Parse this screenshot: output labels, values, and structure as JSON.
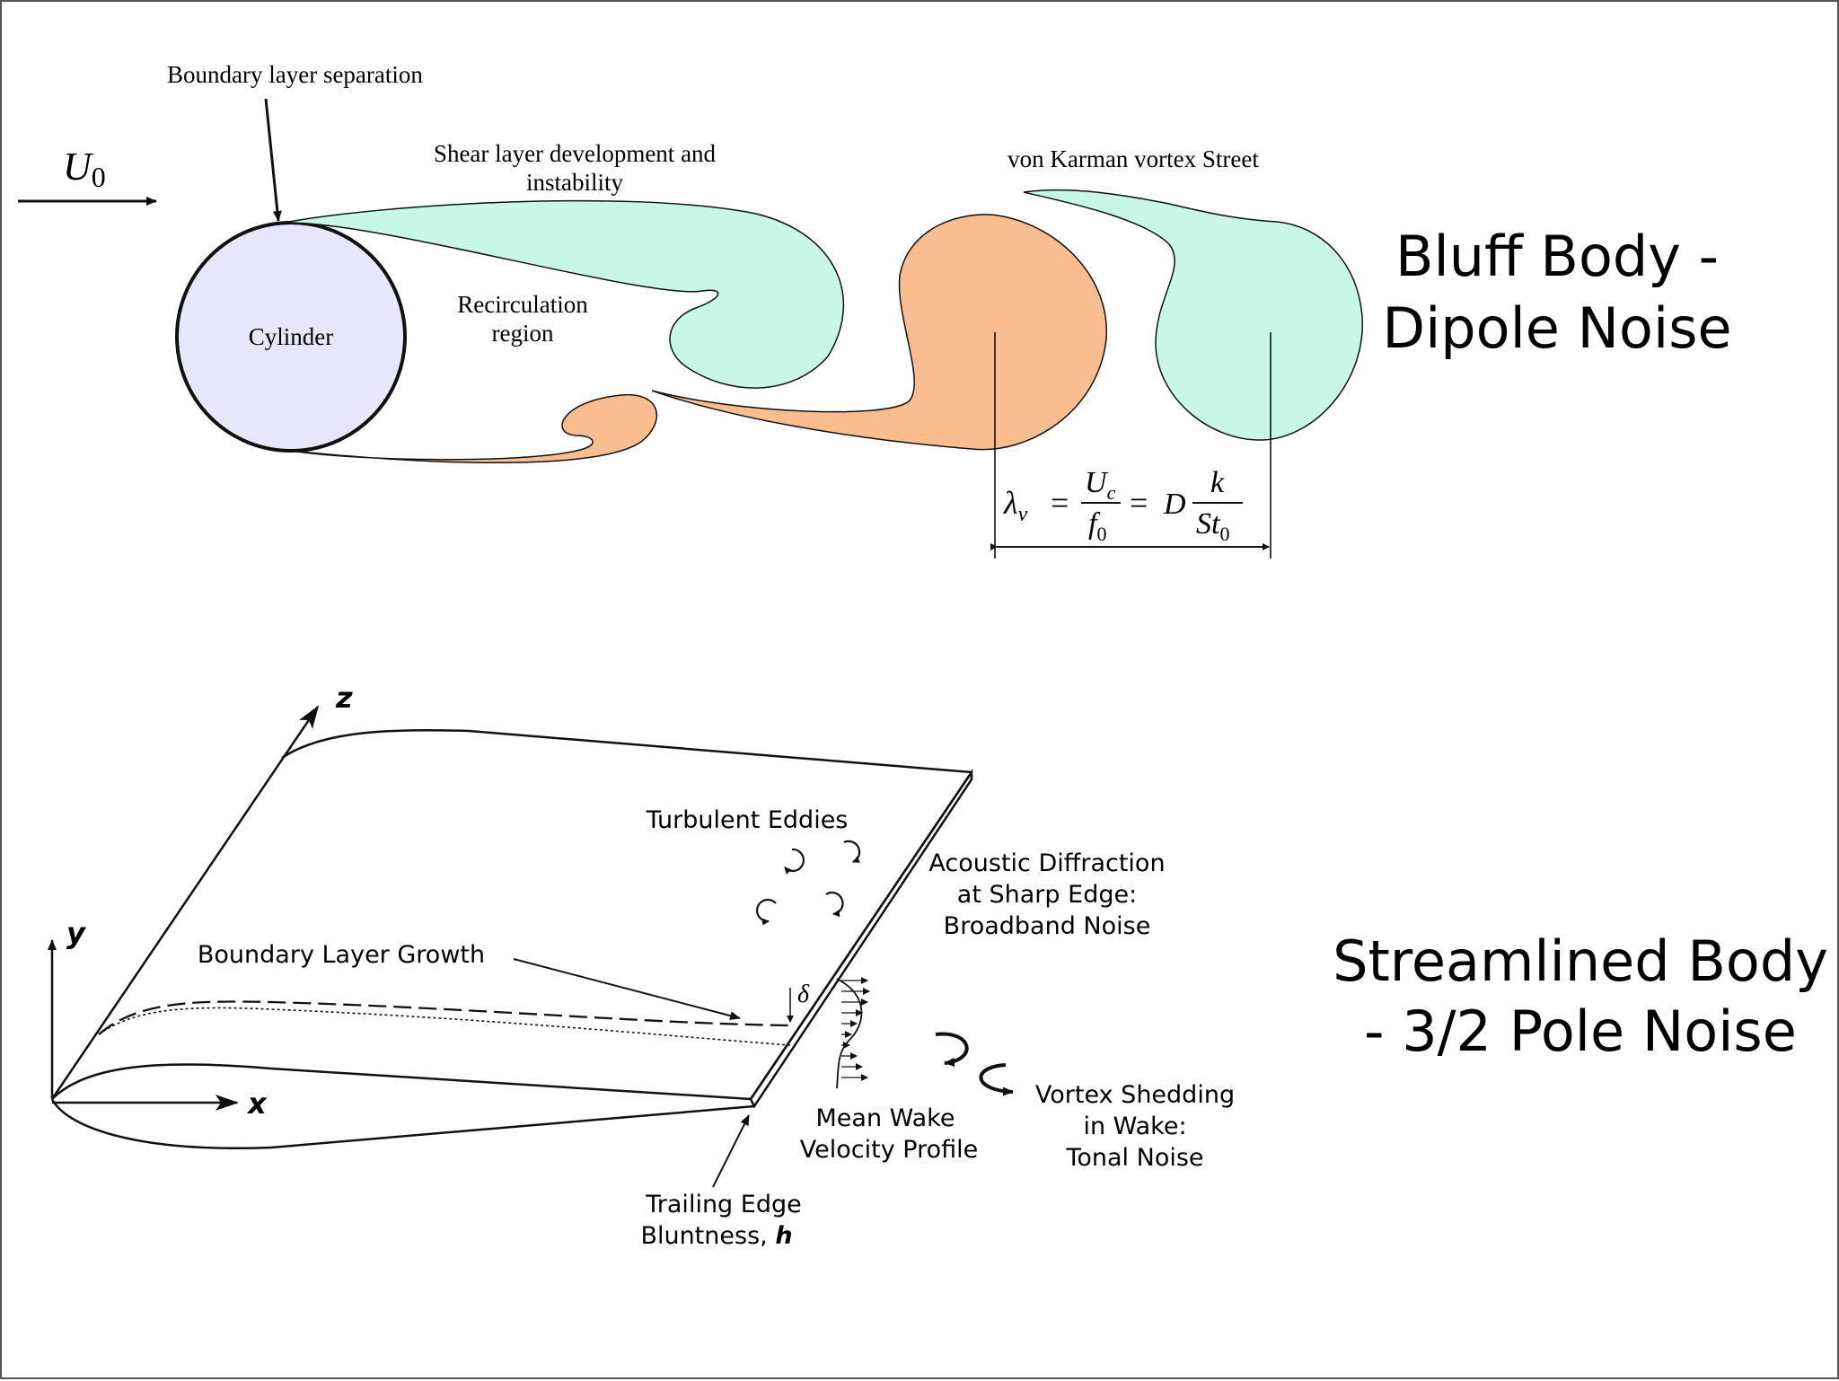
{
  "colors": {
    "cylinder_fill": "#e8e6fb",
    "green_vortex": "#c8f7e8",
    "orange_vortex": "#f9bd90",
    "stroke": "#111111",
    "title_text": "#000000"
  },
  "bluff": {
    "title_line1": "Bluff Body -",
    "title_line2": "Dipole Noise",
    "freestream_label": "U",
    "freestream_sub": "0",
    "separation_label": "Boundary layer separation",
    "cylinder_label": "Cylinder",
    "shear_line1": "Shear layer development and",
    "shear_line2": "instability",
    "recirc_line1": "Recirculation",
    "recirc_line2": "region",
    "karman_label": "von Karman vortex Street",
    "formula": {
      "lambda": "λ",
      "lambda_sub": "v",
      "eq1": "=",
      "num1": "U",
      "num1_sub": "c",
      "den1": "f",
      "den1_sub": "0",
      "eq2": "=",
      "D": "D",
      "num2": "k",
      "den2": "St",
      "den2_sub": "0"
    }
  },
  "stream": {
    "title_line1": "Streamlined Body",
    "title_line2": "- 3/2 Pole Noise",
    "axis_z": "z",
    "axis_y": "y",
    "axis_x": "x",
    "turbulent": "Turbulent Eddies",
    "acoustic_line1": "Acoustic Diffraction",
    "acoustic_line2": "at Sharp Edge:",
    "acoustic_line3": "Broadband Noise",
    "bl_growth": "Boundary Layer Growth",
    "delta": "δ",
    "wake_line1": "Mean Wake",
    "wake_line2": "Velocity Profile",
    "vortex_line1": "Vortex Shedding",
    "vortex_line2": "in Wake:",
    "vortex_line3": "Tonal Noise",
    "te_line1": "Trailing Edge",
    "te_line2": "Bluntness,",
    "te_h": "h"
  }
}
